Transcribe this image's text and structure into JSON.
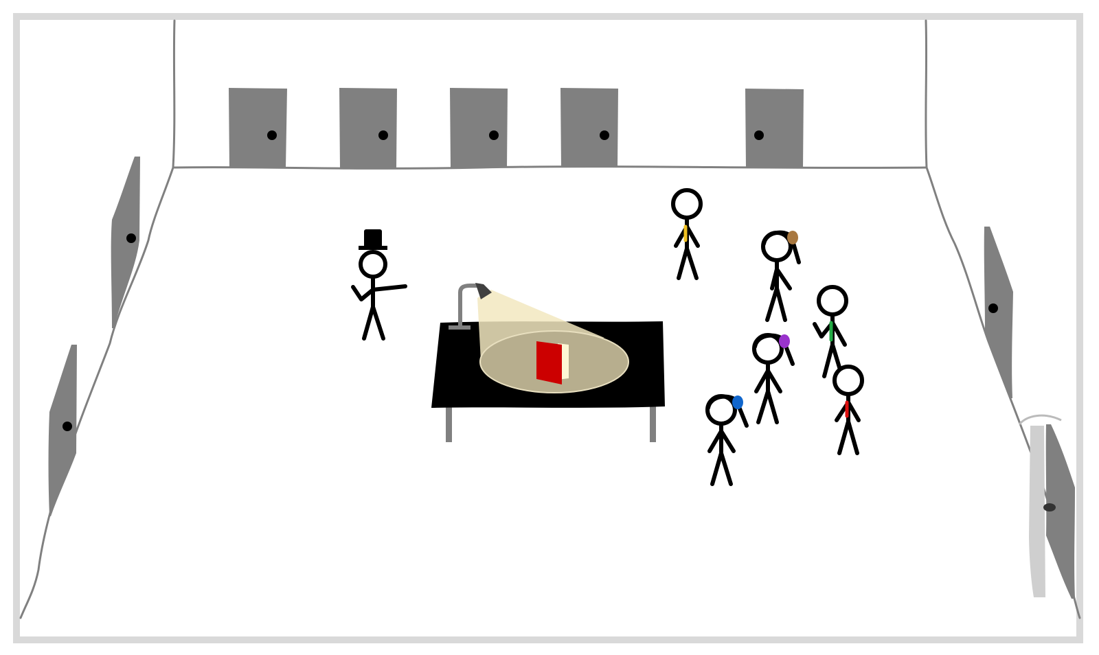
{
  "colors": {
    "frame_border": "#d9d9d9",
    "wall_line": "#808080",
    "door": "#808080",
    "knob": "#000000",
    "table_top": "#000000",
    "table_leg": "#808080",
    "lamp": "#808080",
    "lamp_shade": "#404040",
    "light_beam": "#f2e8c0",
    "light_pool": "#b7ae8e",
    "book_cover": "#cc0000",
    "book_pages": "#fdf7d4",
    "stick_figure": "#000000",
    "tie_yellow": "#f0c020",
    "tie_green": "#22aa44",
    "tie_red": "#dd1111",
    "hair_brown": "#a87840",
    "hair_purple": "#9933cc",
    "hair_blue": "#1166cc"
  },
  "scene": {
    "back_doors": 5,
    "left_wall_doors": 2,
    "right_wall_doors": 2,
    "figures": [
      {
        "id": "host",
        "accessory": "top-hat"
      },
      {
        "id": "man-yellow-tie",
        "accessory": "tie_yellow"
      },
      {
        "id": "woman-brown-hair",
        "accessory": "hair_brown"
      },
      {
        "id": "man-green-tie",
        "accessory": "tie_green"
      },
      {
        "id": "woman-purple-hair",
        "accessory": "hair_purple"
      },
      {
        "id": "man-red-tie",
        "accessory": "tie_red"
      },
      {
        "id": "woman-blue-hair",
        "accessory": "hair_blue"
      }
    ],
    "table_items": [
      "desk-lamp",
      "book"
    ]
  }
}
